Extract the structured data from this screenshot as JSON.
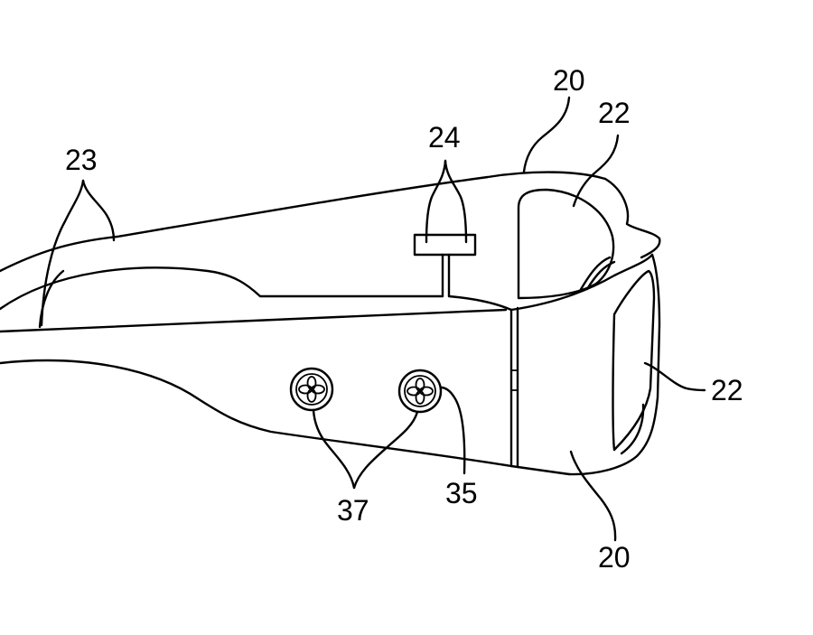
{
  "figure": {
    "reference_numerals": {
      "goggle_body": "20",
      "goggle_body_lower": "20",
      "lens_top": "22",
      "lens_side": "22",
      "strap": "23",
      "connector": "24",
      "fastener": "35",
      "fastener_pair": "37"
    },
    "colors": {
      "line": "#000000",
      "background": "#ffffff"
    }
  }
}
